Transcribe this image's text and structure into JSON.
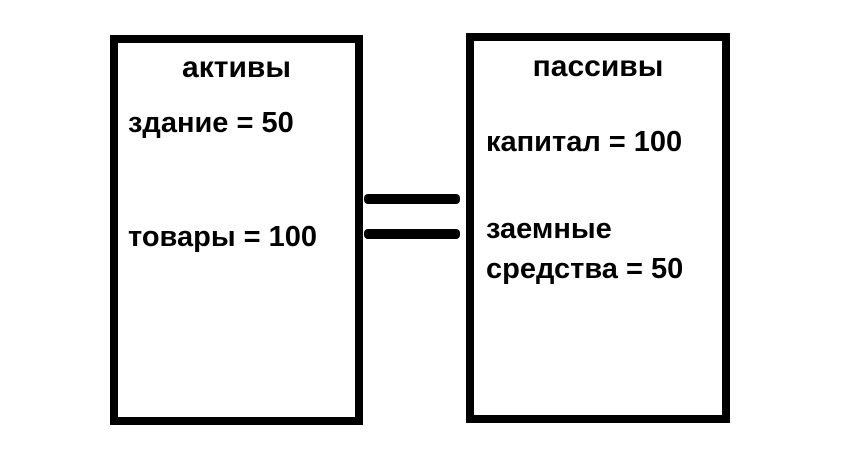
{
  "diagram": {
    "background_color": "#ffffff",
    "ink_color": "#000000",
    "left_box": {
      "title": "активы",
      "items": [
        "здание = 50",
        "товары = 100"
      ]
    },
    "equals_symbol": "=",
    "right_box": {
      "title": "пассивы",
      "items": [
        "капитал = 100",
        "заемные средства = 50"
      ]
    }
  }
}
